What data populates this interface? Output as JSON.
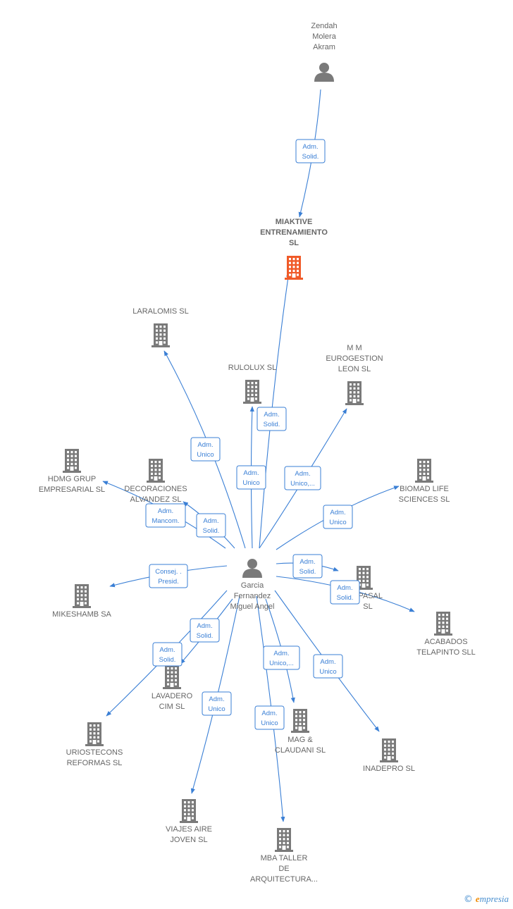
{
  "colors": {
    "edge": "#3a7fd5",
    "company": "#7a7a7a",
    "focus": "#f05a28",
    "person": "#7a7a7a"
  },
  "nodes": [
    {
      "id": "zendah",
      "type": "person",
      "lines": [
        "Zendah",
        "Molera",
        "Akram"
      ]
    },
    {
      "id": "miaktive",
      "type": "focus",
      "lines": [
        "MIAKTIVE",
        "ENTRENAMIENTO",
        "SL"
      ]
    },
    {
      "id": "laralomis",
      "type": "company",
      "lines": [
        "LARALOMIS SL"
      ]
    },
    {
      "id": "rulolux",
      "type": "company",
      "lines": [
        "RULOLUX SL"
      ]
    },
    {
      "id": "mm",
      "type": "company",
      "lines": [
        "M M",
        "EUROGESTION",
        "LEON SL"
      ]
    },
    {
      "id": "hdmg",
      "type": "company",
      "lines": [
        "HDMG GRUP",
        "EMPRESARIAL SL"
      ]
    },
    {
      "id": "decoraciones",
      "type": "company",
      "lines": [
        "DECORACIONES",
        "ALVANDEZ SL"
      ]
    },
    {
      "id": "biomad",
      "type": "company",
      "lines": [
        "BIOMAD LIFE",
        "SCIENCES SL"
      ]
    },
    {
      "id": "garcia",
      "type": "person",
      "lines": [
        "Garcia",
        "Fernandez",
        "Miguel Angel"
      ]
    },
    {
      "id": "mikeshamb",
      "type": "company",
      "lines": [
        "MIKESHAMB SA"
      ]
    },
    {
      "id": "apasal",
      "type": "company",
      "lines": [
        "APASAL",
        "SL"
      ]
    },
    {
      "id": "acabados",
      "type": "company",
      "lines": [
        "ACABADOS",
        "TELAPINTO SLL"
      ]
    },
    {
      "id": "lavadero",
      "type": "company",
      "lines": [
        "LAVADERO",
        "CIM SL"
      ]
    },
    {
      "id": "uriostecons",
      "type": "company",
      "lines": [
        "URIOSTECONS",
        "REFORMAS SL"
      ]
    },
    {
      "id": "mag",
      "type": "company",
      "lines": [
        "MAG &",
        "CLAUDANI SL"
      ]
    },
    {
      "id": "inadepro",
      "type": "company",
      "lines": [
        "INADEPRO SL"
      ]
    },
    {
      "id": "viajes",
      "type": "company",
      "lines": [
        "VIAJES AIRE",
        "JOVEN SL"
      ]
    },
    {
      "id": "mba",
      "type": "company",
      "lines": [
        "MBA TALLER",
        "DE",
        "ARQUITECTURA..."
      ]
    }
  ],
  "edges": [
    {
      "from": "zendah",
      "to": "miaktive",
      "label": [
        "Adm.",
        "Solid."
      ]
    },
    {
      "from": "garcia",
      "to": "miaktive",
      "label": [
        "Adm.",
        "Solid."
      ]
    },
    {
      "from": "garcia",
      "to": "laralomis",
      "label": [
        "Adm.",
        "Unico"
      ]
    },
    {
      "from": "garcia",
      "to": "rulolux",
      "label": [
        "Adm.",
        "Unico"
      ]
    },
    {
      "from": "garcia",
      "to": "mm",
      "label": [
        "Adm.",
        "Unico,..."
      ]
    },
    {
      "from": "garcia",
      "to": "hdmg",
      "label": [
        "Adm.",
        "Mancom."
      ]
    },
    {
      "from": "garcia",
      "to": "decoraciones",
      "label": [
        "Adm.",
        "Solid."
      ]
    },
    {
      "from": "garcia",
      "to": "biomad",
      "label": [
        "Adm.",
        "Unico"
      ]
    },
    {
      "from": "garcia",
      "to": "mikeshamb",
      "label": [
        "Consej. .",
        "Presid."
      ]
    },
    {
      "from": "garcia",
      "to": "apasal",
      "label": [
        "Adm.",
        "Solid."
      ]
    },
    {
      "from": "garcia",
      "to": "acabados",
      "label": [
        "Adm.",
        "Solid."
      ]
    },
    {
      "from": "garcia",
      "to": "lavadero",
      "label": [
        "Adm.",
        "Solid."
      ]
    },
    {
      "from": "garcia",
      "to": "uriostecons",
      "label": [
        "Adm.",
        "Solid."
      ]
    },
    {
      "from": "garcia",
      "to": "mag",
      "label": [
        "Adm.",
        "Unico,..."
      ]
    },
    {
      "from": "garcia",
      "to": "inadepro",
      "label": [
        "Adm.",
        "Unico"
      ]
    },
    {
      "from": "garcia",
      "to": "viajes",
      "label": [
        "Adm.",
        "Unico"
      ]
    },
    {
      "from": "garcia",
      "to": "mba",
      "label": [
        "Adm.",
        "Unico"
      ]
    }
  ],
  "footer": {
    "copyright": "©",
    "brand_initial": "e",
    "brand_rest": "mpresia"
  }
}
